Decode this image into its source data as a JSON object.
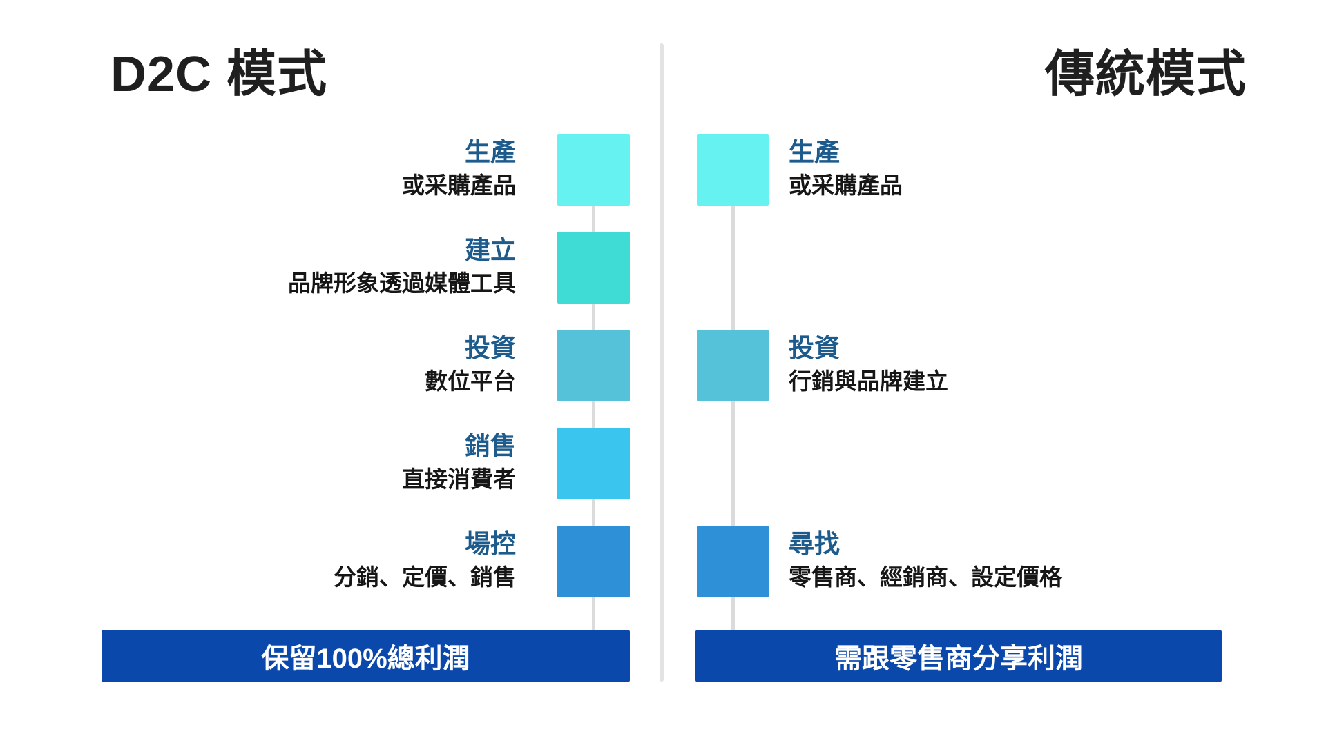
{
  "left_panel": {
    "title": "D2C 模式",
    "steps": [
      {
        "title": "生產",
        "subtitle": "或采購產品",
        "color": "#66f2f0"
      },
      {
        "title": "建立",
        "subtitle": "品牌形象透過媒體工具",
        "color": "#3edcd4"
      },
      {
        "title": "投資",
        "subtitle": "數位平台",
        "color": "#55c2d9"
      },
      {
        "title": "銷售",
        "subtitle": "直接消費者",
        "color": "#39c5ee"
      },
      {
        "title": "場控",
        "subtitle": "分銷、定價、銷售",
        "color": "#2e90d6"
      }
    ],
    "footer": "保留100%總利潤"
  },
  "right_panel": {
    "title": "傳統模式",
    "steps": [
      {
        "title": "生產",
        "subtitle": "或采購產品",
        "color": "#66f2f0"
      },
      {
        "title": "投資",
        "subtitle": "行銷與品牌建立",
        "color": "#55c2d9"
      },
      {
        "title": "尋找",
        "subtitle": "零售商、經銷商、設定價格",
        "color": "#2e90d6"
      }
    ],
    "footer": "需跟零售商分享利潤"
  },
  "colors": {
    "step_title_text": "#1d5b8d",
    "subtitle_text": "#161616",
    "footer_bar": "#0a48ab",
    "footer_text": "#ffffff",
    "connector_line": "#dbdbdb",
    "divider_line": "#e3e3e3",
    "background": "#ffffff",
    "title_text": "#1f1f1f"
  }
}
